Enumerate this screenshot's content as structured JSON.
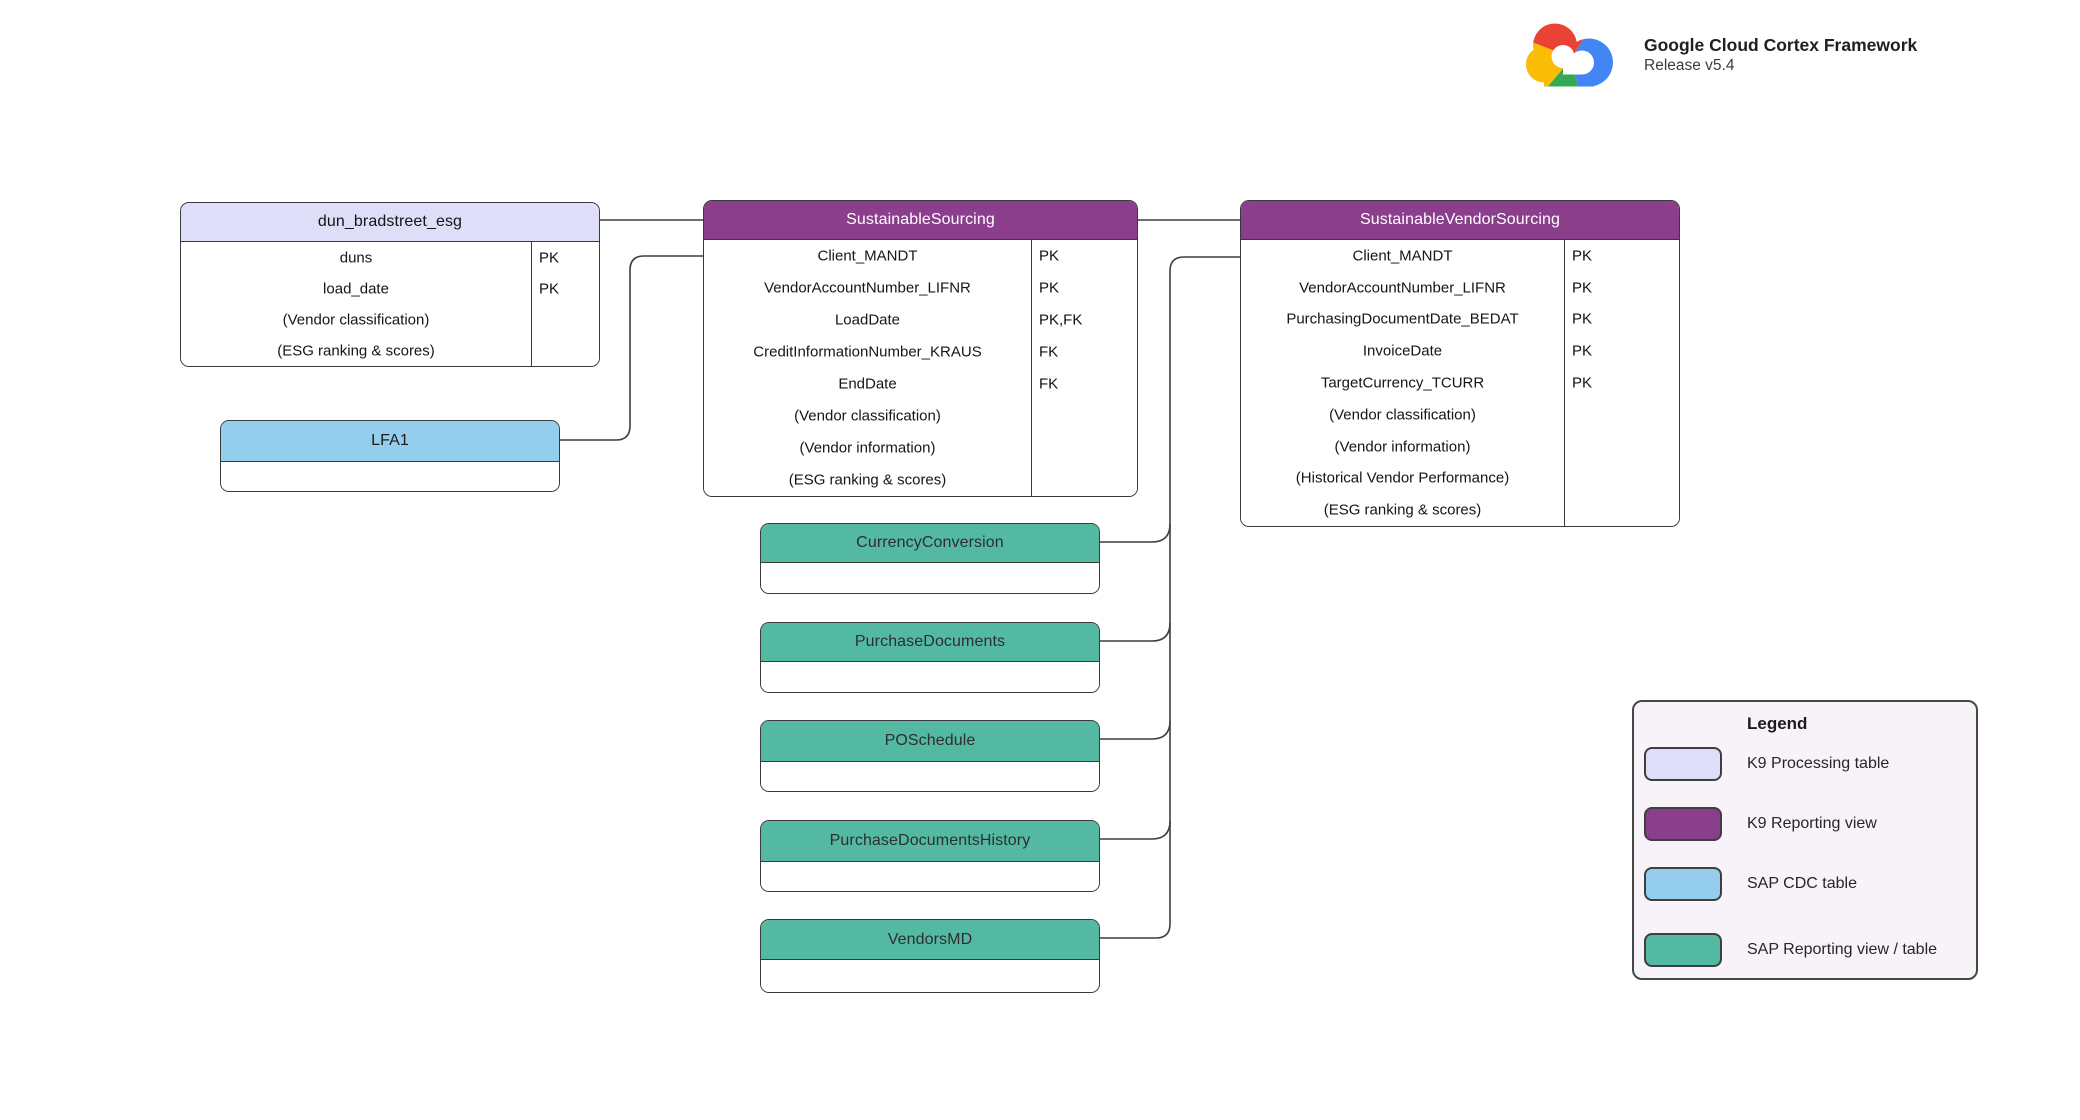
{
  "header": {
    "product": "Google Cloud Cortex Framework",
    "release": "Release v5.4",
    "logo": "google-cloud-logo"
  },
  "palette": {
    "k9_processing": "#DEDEF8",
    "k9_reporting": "#8A3E8C",
    "sap_cdc": "#95CDED",
    "sap_reporting": "#54B9A3",
    "line": "#3E3E3E",
    "legend_bg": "#F8F3F8",
    "logo_red": "#EA4335",
    "logo_blue": "#4285F4",
    "logo_green": "#34A853",
    "logo_yellow": "#FBBC05"
  },
  "tables": [
    {
      "id": "dun_bradstreet_esg",
      "name": "dun_bradstreet_esg",
      "type": "k9_processing",
      "rows": [
        {
          "label": "duns",
          "key": "PK"
        },
        {
          "label": "load_date",
          "key": "PK"
        },
        {
          "label": "(Vendor classification)",
          "key": ""
        },
        {
          "label": "(ESG ranking & scores)",
          "key": ""
        }
      ]
    },
    {
      "id": "SustainableSourcing",
      "name": "SustainableSourcing",
      "type": "k9_reporting",
      "rows": [
        {
          "label": "Client_MANDT",
          "key": "PK"
        },
        {
          "label": "VendorAccountNumber_LIFNR",
          "key": "PK"
        },
        {
          "label": "LoadDate",
          "key": "PK,FK"
        },
        {
          "label": "CreditInformationNumber_KRAUS",
          "key": "FK"
        },
        {
          "label": "EndDate",
          "key": "FK"
        },
        {
          "label": "(Vendor classification)",
          "key": ""
        },
        {
          "label": "(Vendor information)",
          "key": ""
        },
        {
          "label": "(ESG ranking & scores)",
          "key": ""
        }
      ]
    },
    {
      "id": "SustainableVendorSourcing",
      "name": "SustainableVendorSourcing",
      "type": "k9_reporting",
      "rows": [
        {
          "label": "Client_MANDT",
          "key": "PK"
        },
        {
          "label": "VendorAccountNumber_LIFNR",
          "key": "PK"
        },
        {
          "label": "PurchasingDocumentDate_BEDAT",
          "key": "PK"
        },
        {
          "label": "InvoiceDate",
          "key": "PK"
        },
        {
          "label": "TargetCurrency_TCURR",
          "key": "PK"
        },
        {
          "label": "(Vendor classification)",
          "key": ""
        },
        {
          "label": "(Vendor information)",
          "key": ""
        },
        {
          "label": "(Historical Vendor Performance)",
          "key": ""
        },
        {
          "label": "(ESG ranking & scores)",
          "key": ""
        }
      ]
    },
    {
      "id": "LFA1",
      "name": "LFA1",
      "type": "sap_cdc",
      "rows": [
        {
          "label": "",
          "key": ""
        }
      ]
    },
    {
      "id": "CurrencyConversion",
      "name": "CurrencyConversion",
      "type": "sap_reporting",
      "rows": [
        {
          "label": "",
          "key": ""
        }
      ]
    },
    {
      "id": "PurchaseDocuments",
      "name": "PurchaseDocuments",
      "type": "sap_reporting",
      "rows": [
        {
          "label": "",
          "key": ""
        }
      ]
    },
    {
      "id": "POSchedule",
      "name": "POSchedule",
      "type": "sap_reporting",
      "rows": [
        {
          "label": "",
          "key": ""
        }
      ]
    },
    {
      "id": "PurchaseDocumentsHistory",
      "name": "PurchaseDocumentsHistory",
      "type": "sap_reporting",
      "rows": [
        {
          "label": "",
          "key": ""
        }
      ]
    },
    {
      "id": "VendorsMD",
      "name": "VendorsMD",
      "type": "sap_reporting",
      "rows": [
        {
          "label": "",
          "key": ""
        }
      ]
    }
  ],
  "edges": [
    {
      "from": "dun_bradstreet_esg",
      "to": "SustainableSourcing"
    },
    {
      "from": "SustainableSourcing",
      "to": "SustainableVendorSourcing"
    },
    {
      "from": "LFA1",
      "to": "SustainableSourcing"
    },
    {
      "from": "VendorsMD",
      "to": "SustainableVendorSourcing"
    },
    {
      "from": "CurrencyConversion",
      "to": "SustainableVendorSourcing"
    },
    {
      "from": "PurchaseDocuments",
      "to": "SustainableVendorSourcing"
    },
    {
      "from": "POSchedule",
      "to": "SustainableVendorSourcing"
    },
    {
      "from": "PurchaseDocumentsHistory",
      "to": "SustainableVendorSourcing"
    }
  ],
  "legend": {
    "title": "Legend",
    "items": [
      {
        "type": "k9_processing",
        "label": "K9 Processing table"
      },
      {
        "type": "k9_reporting",
        "label": "K9 Reporting view"
      },
      {
        "type": "sap_cdc",
        "label": "SAP CDC table"
      },
      {
        "type": "sap_reporting",
        "label": "SAP Reporting view / table"
      }
    ]
  }
}
